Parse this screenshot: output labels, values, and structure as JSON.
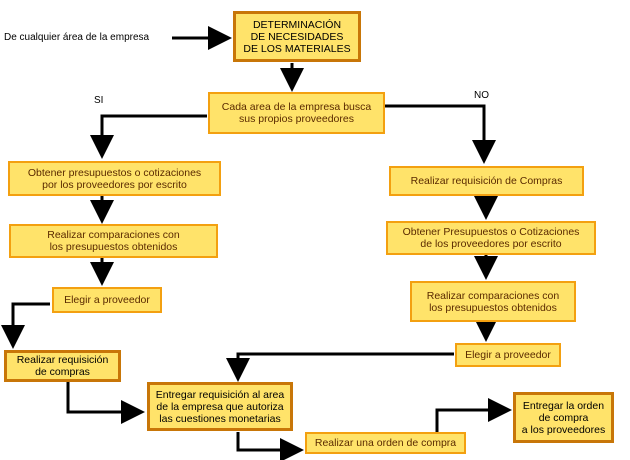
{
  "nodes": {
    "determinacion": "DETERMINACIÓN\nDE  NECESIDADES\nDE LOS MATERIALES",
    "cada_area": "Cada area de la empresa busca\nsus propios proveedores",
    "si_obtener": "Obtener presupuestos o cotizaciones\npor los proveedores por escrito",
    "si_comparar": "Realizar comparaciones con\nlos presupuestos obtenidos",
    "si_elegir": "Elegir a proveedor",
    "si_requisicion": "Realizar requisición\nde compras",
    "no_requisicion": "Realizar requisición de Compras",
    "no_obtener": "Obtener Presupuestos o Cotizaciones\nde los proveedores por escrito",
    "no_comparar": "Realizar comparaciones con\nlos presupuestos obtenidos",
    "no_elegir": "Elegir a proveedor",
    "entregar_area": "Entregar requisición al area\nde la empresa que autoriza\nlas cuestiones monetarias",
    "orden_compra": "Realizar una orden de compra",
    "entregar_orden": "Entregar la orden\nde compra\na los proveedores"
  },
  "labels": {
    "source": "De cualquier área de la empresa",
    "si": "SI",
    "no": "NO"
  },
  "colors": {
    "box_fill": "#ffe36a",
    "box_border": "#f3a010",
    "arrow": "#000000"
  }
}
